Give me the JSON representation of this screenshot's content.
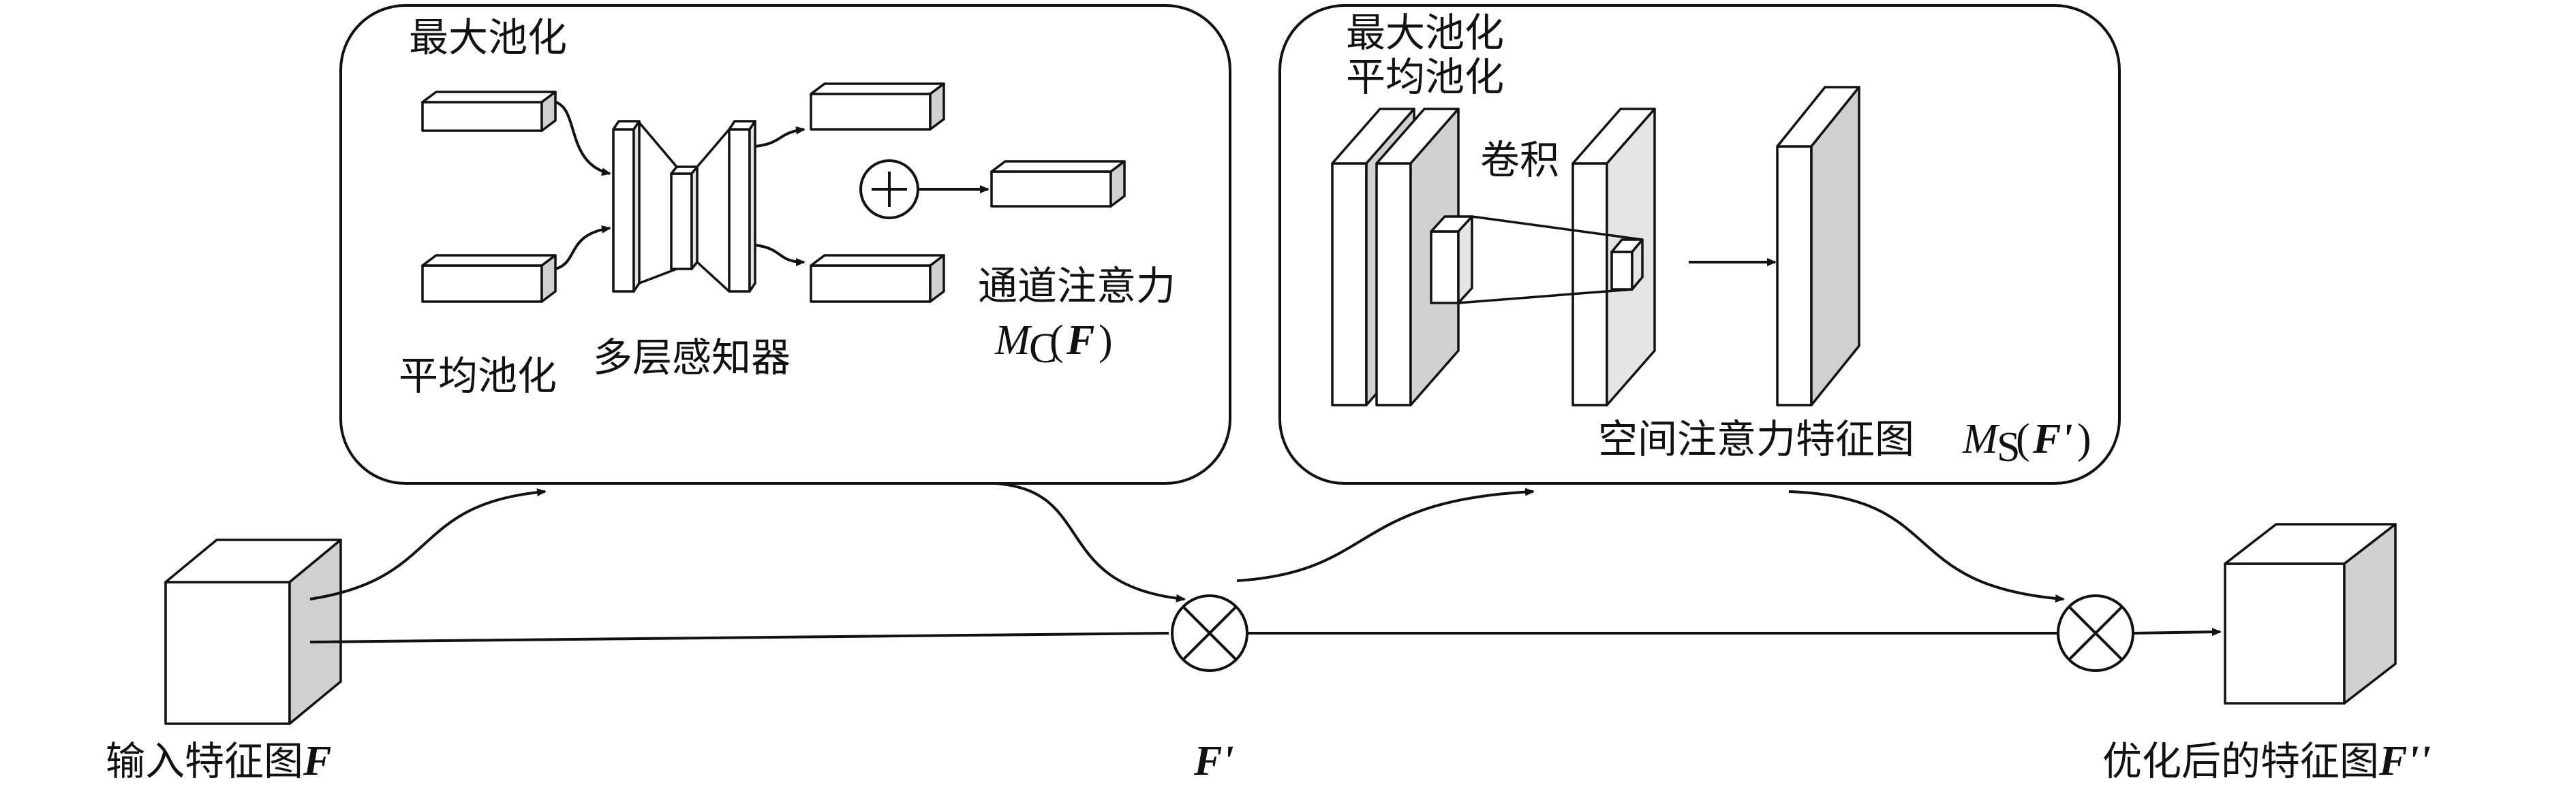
{
  "channel_module": {
    "max_pool_label": "最大池化",
    "avg_pool_label": "平均池化",
    "mlp_label": "多层感知器",
    "output_label": "通道注意力",
    "output_math": "M",
    "output_sub": "C",
    "output_arg": "F"
  },
  "spatial_module": {
    "max_pool_label": "最大池化",
    "avg_pool_label": "平均池化",
    "conv_label": "卷积",
    "output_label": "空间注意力特征图",
    "output_math": "M",
    "output_sub": "S",
    "output_arg": "F'"
  },
  "main_flow": {
    "input_label": "输入特征图",
    "input_symbol": "F",
    "mid_symbol": "F'",
    "output_label": "优化后的特征图",
    "output_symbol": "F''"
  },
  "icons": [
    "sum-icon",
    "multiply-icon"
  ]
}
